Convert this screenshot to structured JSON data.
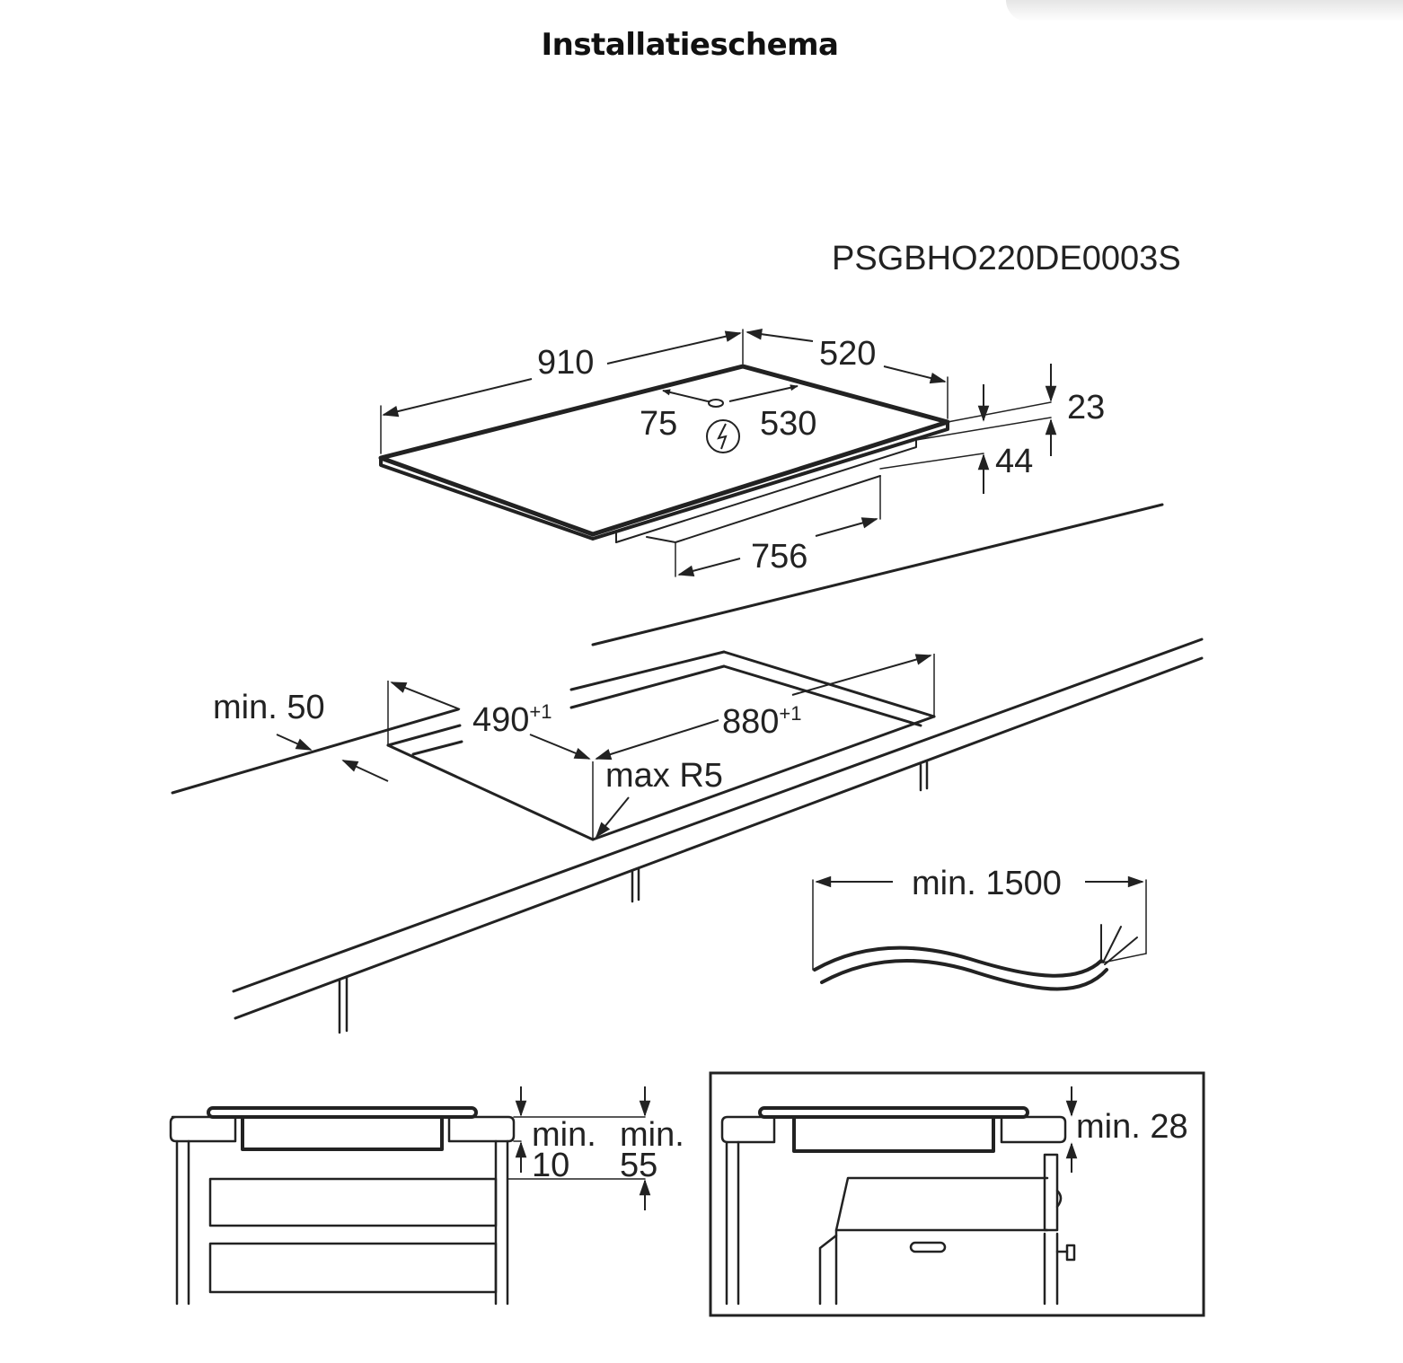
{
  "page": {
    "title": "Installatieschema"
  },
  "diagram": {
    "model_code": "PSGBHO220DE0003S",
    "hob": {
      "width": "910",
      "depth": "520",
      "connection_offset_side": "75",
      "connection_offset_front": "530",
      "total_height": "44",
      "glass_height": "23",
      "box_width": "756",
      "electric_symbol": "lightning-bolt"
    },
    "cutout": {
      "min_distance_wall": "min. 50",
      "depth": "490",
      "depth_tolerance": "+1",
      "width": "880",
      "width_tolerance": "+1",
      "corner_radius": "max R5"
    },
    "cable": {
      "min_length": "min. 1500"
    },
    "drawer_section": {
      "label_a_line1": "min.",
      "label_a_line2": "10",
      "label_b_line1": "min.",
      "label_b_line2": "55"
    },
    "oven_section": {
      "label": "min. 28"
    }
  },
  "colors": {
    "line": "#222222",
    "background": "#ffffff"
  }
}
